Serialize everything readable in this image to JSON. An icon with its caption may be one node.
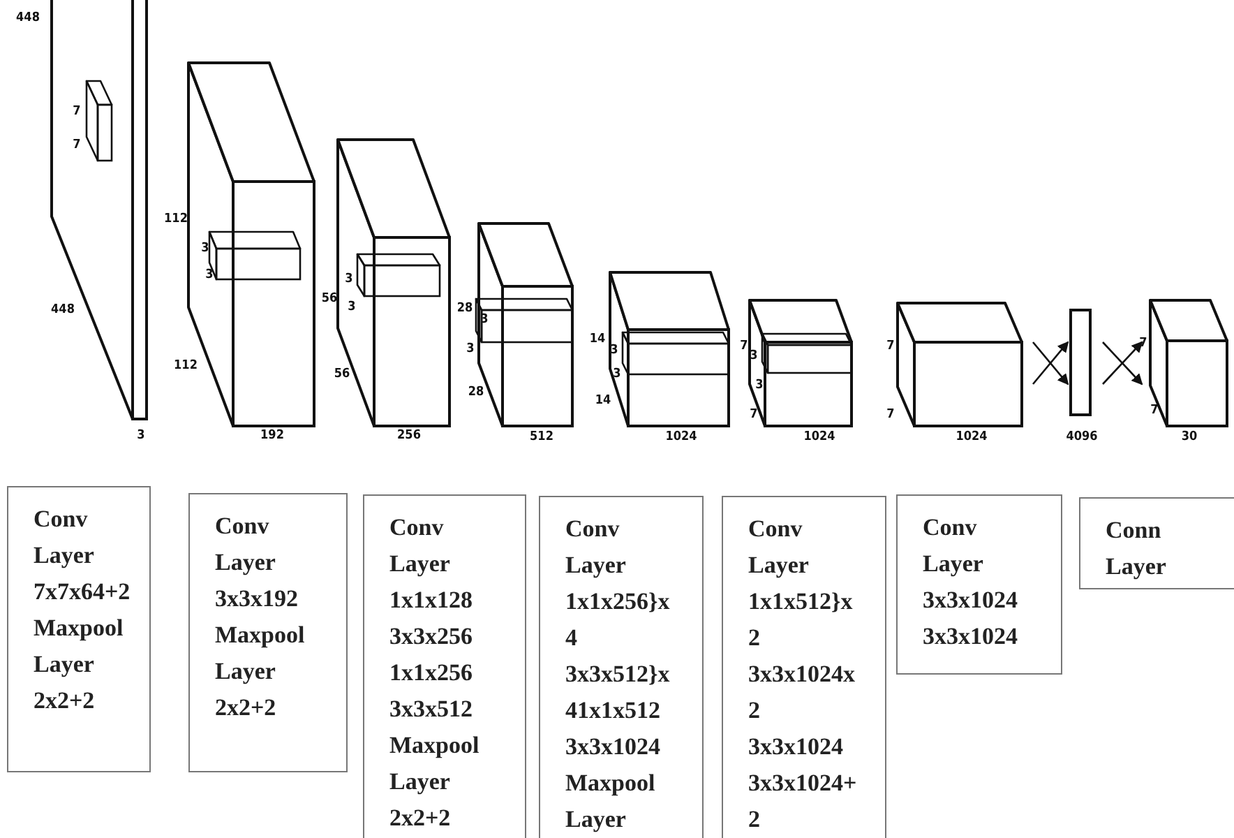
{
  "diagram": {
    "nodes": [
      {
        "text": [
          "Conv Layer 7x7x64+2 Maxpool Layer 2x2+2"
        ]
      },
      {
        "text": [
          "Conv Layer 3x3x192 Maxpool Layer 2x2+2"
        ]
      },
      {
        "text": [
          "Conv Layer 1x1x128 3x3x256 1x1x256 3x3x512 Maxpool Layer 2x2+2"
        ]
      },
      {
        "text": [
          "Conv Layer 1x1x256}x 4 3x3x512}x 41x1x512 3x3x1024 Maxpool Layer"
        ]
      },
      {
        "text": [
          "Conv Layer 1x1x512}x 2 3x3x1024x 2 3x3x1024 3x3x1024+ 2"
        ]
      },
      {
        "text": [
          "Conv Layer 3x3x1024 3x3x1024"
        ]
      },
      {
        "text": [
          "Conn Layer"
        ]
      }
    ],
    "edges": [],
    "labels": [
      "448",
      "7",
      "7",
      "448",
      "3",
      "112",
      "3",
      "3",
      "112",
      "192",
      "56",
      "3",
      "3",
      "56",
      "256",
      "28",
      "3",
      "3",
      "28",
      "512",
      "14",
      "3",
      "3",
      "14",
      "1024",
      "7",
      "3",
      "3",
      "7",
      "1024",
      "7",
      "7",
      "1024",
      "4096",
      "7",
      "7",
      "30"
    ]
  }
}
